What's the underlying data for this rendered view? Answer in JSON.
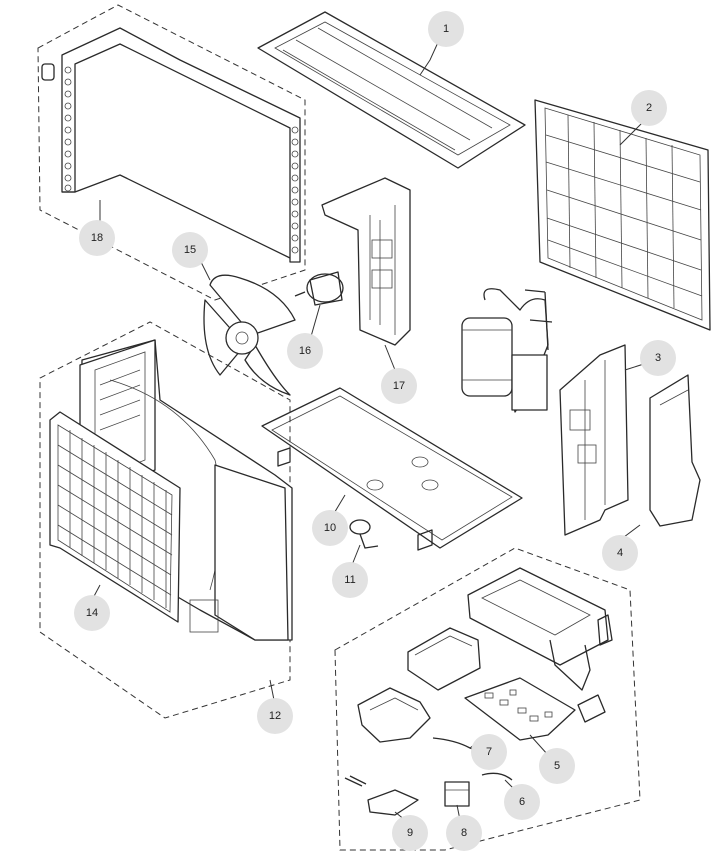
{
  "callouts": [
    {
      "id": "c1",
      "label": "1"
    },
    {
      "id": "c2",
      "label": "2"
    },
    {
      "id": "c3",
      "label": "3"
    },
    {
      "id": "c4",
      "label": "4"
    },
    {
      "id": "c5",
      "label": "5"
    },
    {
      "id": "c6",
      "label": "6"
    },
    {
      "id": "c7",
      "label": "7"
    },
    {
      "id": "c8",
      "label": "8"
    },
    {
      "id": "c9",
      "label": "9"
    },
    {
      "id": "c10",
      "label": "10"
    },
    {
      "id": "c11",
      "label": "11"
    },
    {
      "id": "c12",
      "label": "12"
    },
    {
      "id": "c14",
      "label": "14"
    },
    {
      "id": "c15",
      "label": "15"
    },
    {
      "id": "c16",
      "label": "16"
    },
    {
      "id": "c17",
      "label": "17"
    },
    {
      "id": "c18",
      "label": "18"
    }
  ]
}
